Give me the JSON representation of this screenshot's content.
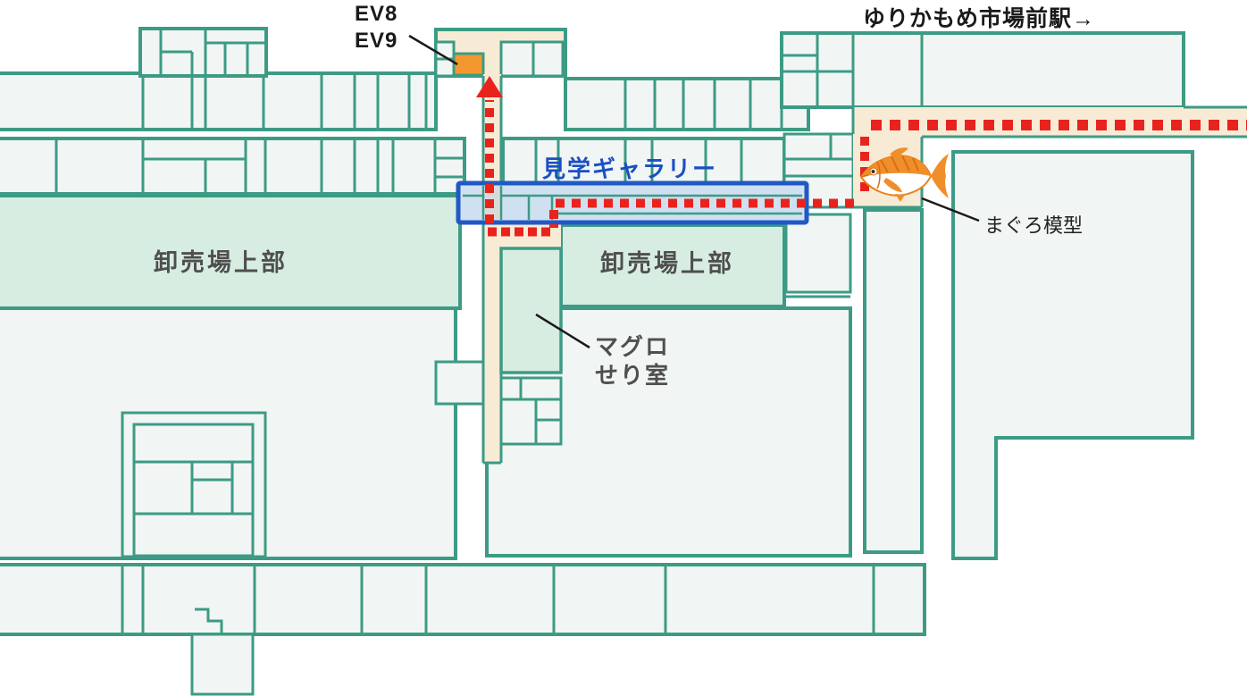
{
  "map": {
    "title": "tuna-auction-visitor-route-floor-map",
    "labels": {
      "ev8": "EV8",
      "ev9": "EV9",
      "station": "ゆりかもめ市場前駅→",
      "gallery": "見学ギャラリー",
      "wholesale_left": "卸売場上部",
      "wholesale_right": "卸売場上部",
      "tuna_auction_room": "マグロ\nせり室",
      "tuna_model": "まぐろ模型"
    },
    "icons": {
      "tuna_fish": "tuna-fish-icon",
      "route_arrow": "route-arrow-up-icon",
      "elevator_marker": "elevator-orange-box"
    }
  },
  "colors": {
    "wall": "#3D9B85",
    "room_fill": "#F1F5F3",
    "mint": "#D7EDE2",
    "cream": "#F8EBD5",
    "red": "#E8231E",
    "blue_border": "#2159C4",
    "blue_fill": "#CFE0F1",
    "blue_text": "#1A4FC4",
    "orange": "#F2982F",
    "gray_text": "#4F4F4F",
    "black_text": "#1A1A1A",
    "gray_strip": "#D9DBDB"
  }
}
